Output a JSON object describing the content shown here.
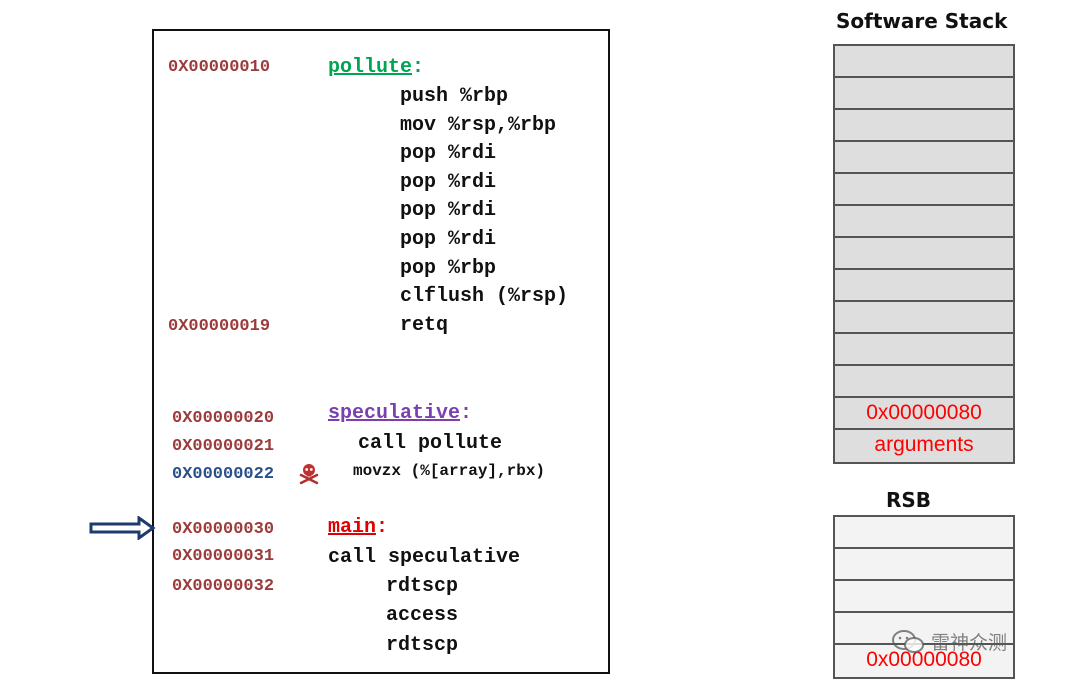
{
  "colors": {
    "address_red": "#9b3b3b",
    "address_blue": "#2a4f8a",
    "label_green": "#00a550",
    "label_purple": "#7b3fb0",
    "label_red": "#e00000",
    "stack_text_red": "#ff0000",
    "arrow_navy": "#1f3a6e"
  },
  "addresses": [
    {
      "text": "0X00000010",
      "color": "red"
    },
    {
      "text": "0X00000019",
      "color": "red"
    },
    {
      "text": "0X00000020",
      "color": "red"
    },
    {
      "text": "0X00000021",
      "color": "red"
    },
    {
      "text": "0X00000022",
      "color": "blue"
    },
    {
      "text": "0X00000030",
      "color": "red"
    },
    {
      "text": "0X00000031",
      "color": "red"
    },
    {
      "text": "0X00000032",
      "color": "red"
    }
  ],
  "labels": {
    "pollute": "pollute",
    "speculative": "speculative",
    "main": "main",
    "colon": ":"
  },
  "pollute_code": [
    "push %rbp",
    "mov %rsp,%rbp",
    "pop %rdi",
    "pop %rdi",
    "pop %rdi",
    "pop %rdi",
    "pop %rbp",
    "clflush (%rsp)",
    "retq"
  ],
  "speculative_code": [
    "call pollute",
    "movzx (%[array],rbx)"
  ],
  "main_code": [
    "call speculative",
    "rdtscp",
    "access",
    "rdtscp"
  ],
  "skull_icon": "skull-crossbones-icon",
  "arrow_icon": "arrow-right-outline-icon",
  "software_stack": {
    "title": "Software Stack",
    "cells": [
      "",
      "",
      "",
      "",
      "",
      "",
      "",
      "",
      "",
      "",
      "",
      "0x00000080",
      "arguments"
    ]
  },
  "rsb": {
    "title": "RSB",
    "cells": [
      "",
      "",
      "",
      "",
      "0x00000080"
    ]
  },
  "watermark": "雷神众测"
}
